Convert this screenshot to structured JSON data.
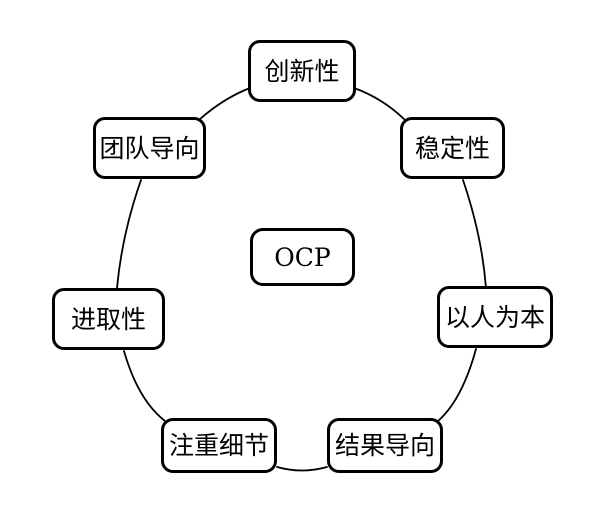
{
  "diagram": {
    "title_node": {
      "id": "center",
      "label": "OCP"
    },
    "shape": "circular-cycle",
    "node_count": 8,
    "colors": {
      "background": "#ffffff",
      "node_fill": "#ffffff",
      "node_border": "#000000",
      "connector": "#000000",
      "text": "#000000"
    },
    "nodes": [
      {
        "id": "innovation",
        "label": "创新性",
        "position": "top"
      },
      {
        "id": "stability",
        "label": "稳定性",
        "position": "top-right"
      },
      {
        "id": "people-oriented",
        "label": "以人为本",
        "position": "right"
      },
      {
        "id": "result-oriented",
        "label": "结果导向",
        "position": "bottom-right"
      },
      {
        "id": "attention-detail",
        "label": "注重细节",
        "position": "bottom-left"
      },
      {
        "id": "aggressiveness",
        "label": "进取性",
        "position": "left"
      },
      {
        "id": "team-oriented",
        "label": "团队导向",
        "position": "top-left"
      }
    ]
  }
}
